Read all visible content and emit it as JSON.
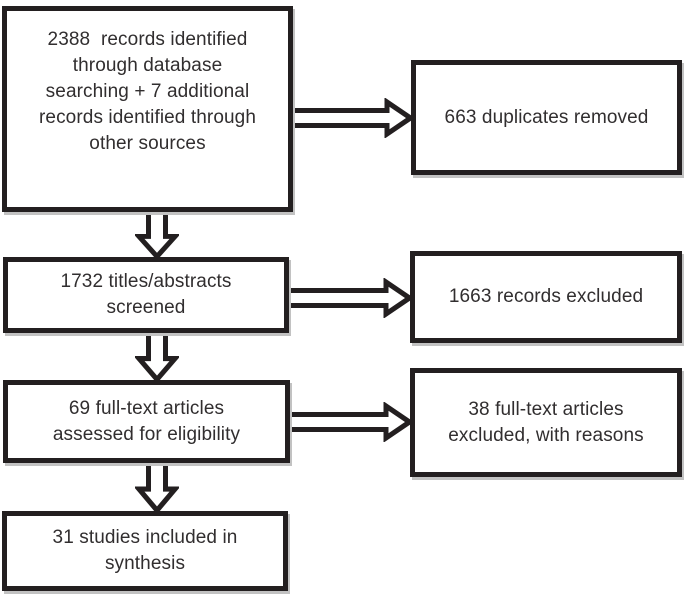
{
  "colors": {
    "ink": "#231f20",
    "box_fill": "#ffffff",
    "background": "#ffffff",
    "text": "#312e2f",
    "shadow": "#c2c2c2"
  },
  "flowchart": {
    "boxes": {
      "identified": "2388  records identified\nthrough database\nsearching + 7 additional\nrecords identified through\nother sources",
      "duplicates_removed": "663 duplicates removed",
      "screened": "1732 titles/abstracts\nscreened",
      "records_excluded": "1663 records excluded",
      "fulltext_assessed": "69 full-text articles\nassessed for eligibility",
      "fulltext_excluded": "38 full-text articles\nexcluded, with reasons",
      "included": "31 studies included in\nsynthesis"
    },
    "counts": {
      "records_identified_database": 2388,
      "additional_records_other_sources": 7,
      "duplicates_removed": 663,
      "titles_abstracts_screened": 1732,
      "records_excluded": 1663,
      "fulltext_assessed": 69,
      "fulltext_excluded": 38,
      "studies_included_synthesis": 31
    },
    "arrows": [
      {
        "name": "identified-to-duplicates-removed",
        "direction": "right"
      },
      {
        "name": "identified-to-screened",
        "direction": "down"
      },
      {
        "name": "screened-to-records-excluded",
        "direction": "right"
      },
      {
        "name": "screened-to-fulltext-assessed",
        "direction": "down"
      },
      {
        "name": "fulltext-assessed-to-fulltext-excluded",
        "direction": "right"
      },
      {
        "name": "fulltext-assessed-to-included",
        "direction": "down"
      }
    ]
  }
}
